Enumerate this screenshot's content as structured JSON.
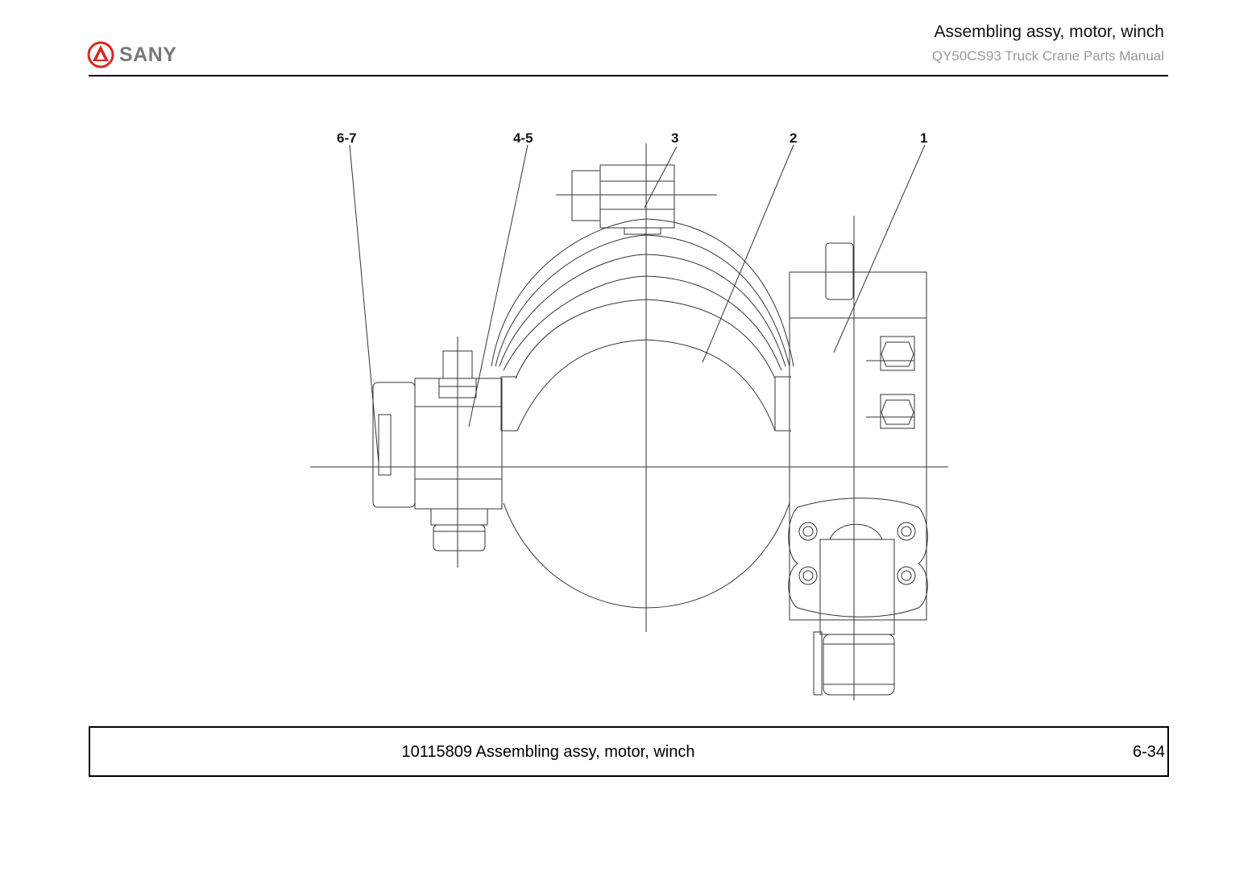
{
  "header": {
    "brand": "SANY",
    "title": "Assembling assy, motor, winch",
    "subtitle": "QY50CS93 Truck Crane  Parts Manual"
  },
  "drawing": {
    "callouts": [
      "6-7",
      "4-5",
      "3",
      "2",
      "1"
    ]
  },
  "caption": {
    "text": "10115809 Assembling assy, motor, winch",
    "page": "6-34"
  },
  "colors": {
    "logo_red": "#d42a20",
    "brand_grey": "#7a7a7a"
  }
}
